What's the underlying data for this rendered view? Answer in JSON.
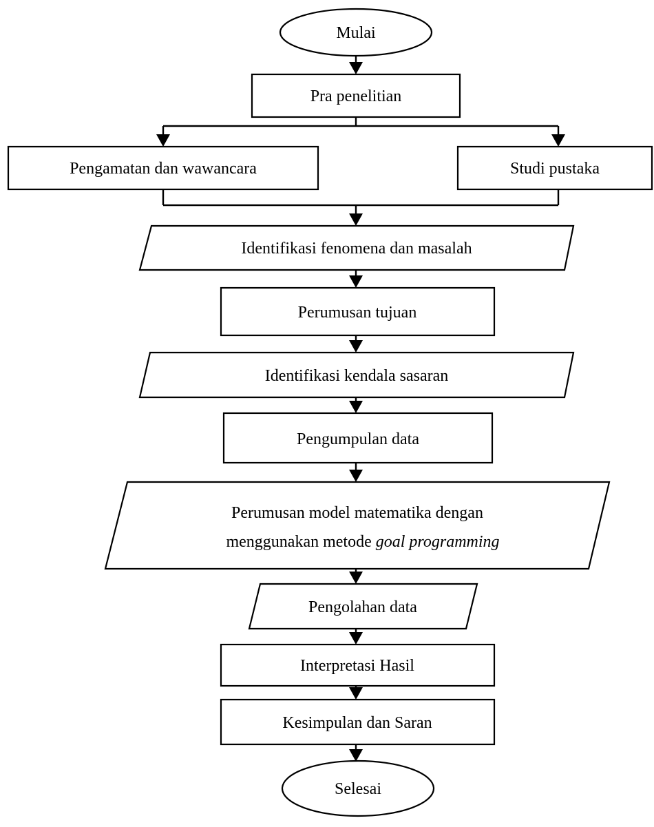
{
  "diagram": {
    "nodes": {
      "mulai": "Mulai",
      "pra_penelitian": "Pra penelitian",
      "pengamatan": "Pengamatan dan wawancara",
      "studi_pustaka": "Studi pustaka",
      "identifikasi_fenomena": "Identifikasi fenomena dan masalah",
      "perumusan_tujuan": "Perumusan tujuan",
      "identifikasi_kendala": "Identifikasi kendala sasaran",
      "pengumpulan_data": "Pengumpulan data",
      "perumusan_model_line1": "Perumusan model matematika dengan",
      "perumusan_model_line2_prefix": "menggunakan metode ",
      "perumusan_model_line2_italic": "goal programming",
      "pengolahan_data": "Pengolahan data",
      "interpretasi_hasil": "Interpretasi Hasil",
      "kesimpulan_saran": "Kesimpulan dan Saran",
      "selesai": "Selesai"
    },
    "shapes": {
      "mulai": "ellipse",
      "pra_penelitian": "rectangle",
      "pengamatan": "rectangle",
      "studi_pustaka": "rectangle",
      "identifikasi_fenomena": "parallelogram",
      "perumusan_tujuan": "rectangle",
      "identifikasi_kendala": "parallelogram",
      "pengumpulan_data": "rectangle",
      "perumusan_model": "parallelogram",
      "pengolahan_data": "parallelogram",
      "interpretasi_hasil": "rectangle",
      "kesimpulan_saran": "rectangle",
      "selesai": "ellipse"
    },
    "edges": [
      [
        "mulai",
        "pra_penelitian"
      ],
      [
        "pra_penelitian",
        "pengamatan"
      ],
      [
        "pra_penelitian",
        "studi_pustaka"
      ],
      [
        "pengamatan",
        "identifikasi_fenomena"
      ],
      [
        "studi_pustaka",
        "identifikasi_fenomena"
      ],
      [
        "identifikasi_fenomena",
        "perumusan_tujuan"
      ],
      [
        "perumusan_tujuan",
        "identifikasi_kendala"
      ],
      [
        "identifikasi_kendala",
        "pengumpulan_data"
      ],
      [
        "pengumpulan_data",
        "perumusan_model"
      ],
      [
        "perumusan_model",
        "pengolahan_data"
      ],
      [
        "pengolahan_data",
        "interpretasi_hasil"
      ],
      [
        "interpretasi_hasil",
        "kesimpulan_saran"
      ],
      [
        "kesimpulan_saran",
        "selesai"
      ]
    ],
    "colors": {
      "stroke": "#000000",
      "fill": "#ffffff",
      "text": "#000000"
    }
  }
}
